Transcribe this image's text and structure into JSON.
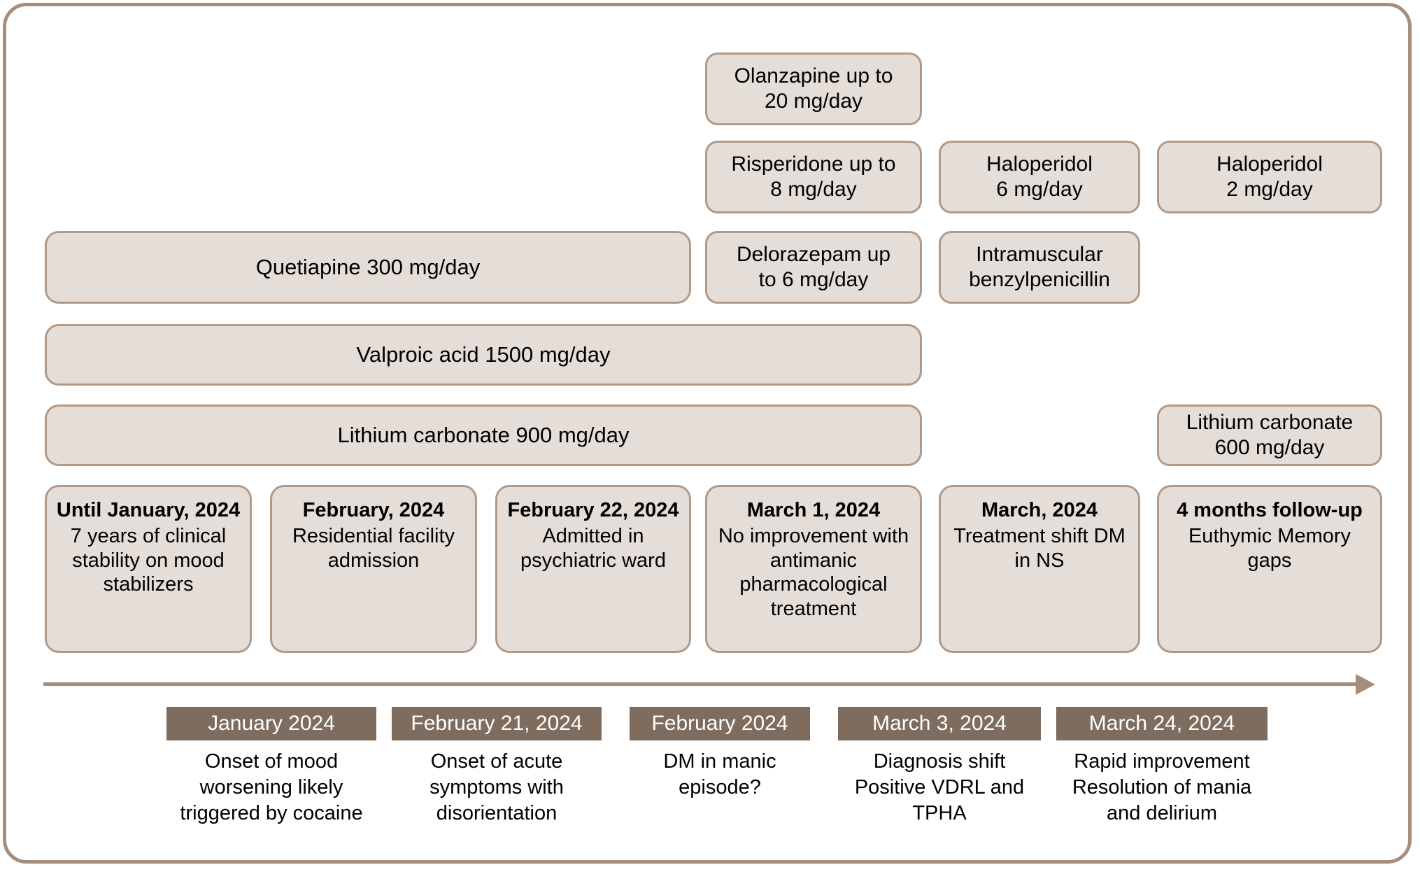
{
  "figure": {
    "kind": "clinical-timeline",
    "colors": {
      "box_fill": "#e5ddd7",
      "box_border": "#b29a89",
      "frame_border": "#a68e7d",
      "axis": "#a68e7d",
      "date_tag_bg": "#7e6d5e",
      "date_tag_text": "#ffffff",
      "text": "#000000"
    }
  },
  "medications": [
    {
      "name": "olanzapine",
      "lines": [
        "Olanzapine up to",
        "20 mg/day"
      ],
      "row": 1,
      "col_start": 4,
      "col_span": 1
    },
    {
      "name": "risperidone",
      "lines": [
        "Risperidone up to",
        "8 mg/day"
      ],
      "row": 2,
      "col_start": 4,
      "col_span": 1
    },
    {
      "name": "haloperidol-6",
      "lines": [
        "Haloperidol",
        "6 mg/day"
      ],
      "row": 2,
      "col_start": 5,
      "col_span": 1
    },
    {
      "name": "haloperidol-2",
      "lines": [
        "Haloperidol",
        "2 mg/day"
      ],
      "row": 2,
      "col_start": 6,
      "col_span": 1
    },
    {
      "name": "quetiapine",
      "lines": [
        "Quetiapine 300 mg/day"
      ],
      "row": 3,
      "col_start": 1,
      "col_span": 3
    },
    {
      "name": "delorazepam",
      "lines": [
        "Delorazepam up",
        "to 6 mg/day"
      ],
      "row": 3,
      "col_start": 4,
      "col_span": 1
    },
    {
      "name": "benzylpenicillin",
      "lines": [
        "Intramuscular",
        "benzylpenicillin"
      ],
      "row": 3,
      "col_start": 5,
      "col_span": 1
    },
    {
      "name": "valproic-acid",
      "lines": [
        "Valproic acid 1500 mg/day"
      ],
      "row": 4,
      "col_start": 1,
      "col_span": 4
    },
    {
      "name": "lithium-carbonate-900",
      "lines": [
        "Lithium carbonate 900 mg/day"
      ],
      "row": 5,
      "col_start": 1,
      "col_span": 4
    },
    {
      "name": "lithium-carbonate-600",
      "lines": [
        "Lithium carbonate",
        "600 mg/day"
      ],
      "row": 5,
      "col_start": 6,
      "col_span": 1
    }
  ],
  "events": [
    {
      "name": "until-january-2024",
      "title": "Until January, 2024",
      "body": "7 years of clinical stability on mood stabilizers"
    },
    {
      "name": "february-2024",
      "title": "February, 2024",
      "body": "Residential facility admission"
    },
    {
      "name": "february-22-2024",
      "title": "February 22, 2024",
      "body": "Admitted in psychiatric ward"
    },
    {
      "name": "march-1-2024",
      "title": "March 1, 2024",
      "body": "No improvement with antimanic pharmacological treatment"
    },
    {
      "name": "march-2024",
      "title": "March, 2024",
      "body": "Treatment shift DM in NS"
    },
    {
      "name": "four-months-follow-up",
      "title": "4 months follow-up",
      "body": "Euthymic Memory gaps"
    }
  ],
  "milestones": [
    {
      "name": "january-2024",
      "date": "January 2024",
      "caption": [
        "Onset of mood",
        "worsening likely",
        "triggered by cocaine"
      ]
    },
    {
      "name": "february-21-2024",
      "date": "February 21, 2024",
      "caption": [
        "Onset of acute",
        "symptoms with",
        "disorientation"
      ]
    },
    {
      "name": "february-2024",
      "date": "February 2024",
      "caption": [
        "DM in manic",
        "episode?"
      ]
    },
    {
      "name": "march-3-2024",
      "date": "March 3, 2024",
      "caption": [
        "Diagnosis shift",
        "Positive VDRL and",
        "TPHA"
      ]
    },
    {
      "name": "march-24-2024",
      "date": "March 24, 2024",
      "caption": [
        "Rapid improvement",
        "Resolution of mania",
        "and delirium"
      ]
    }
  ]
}
